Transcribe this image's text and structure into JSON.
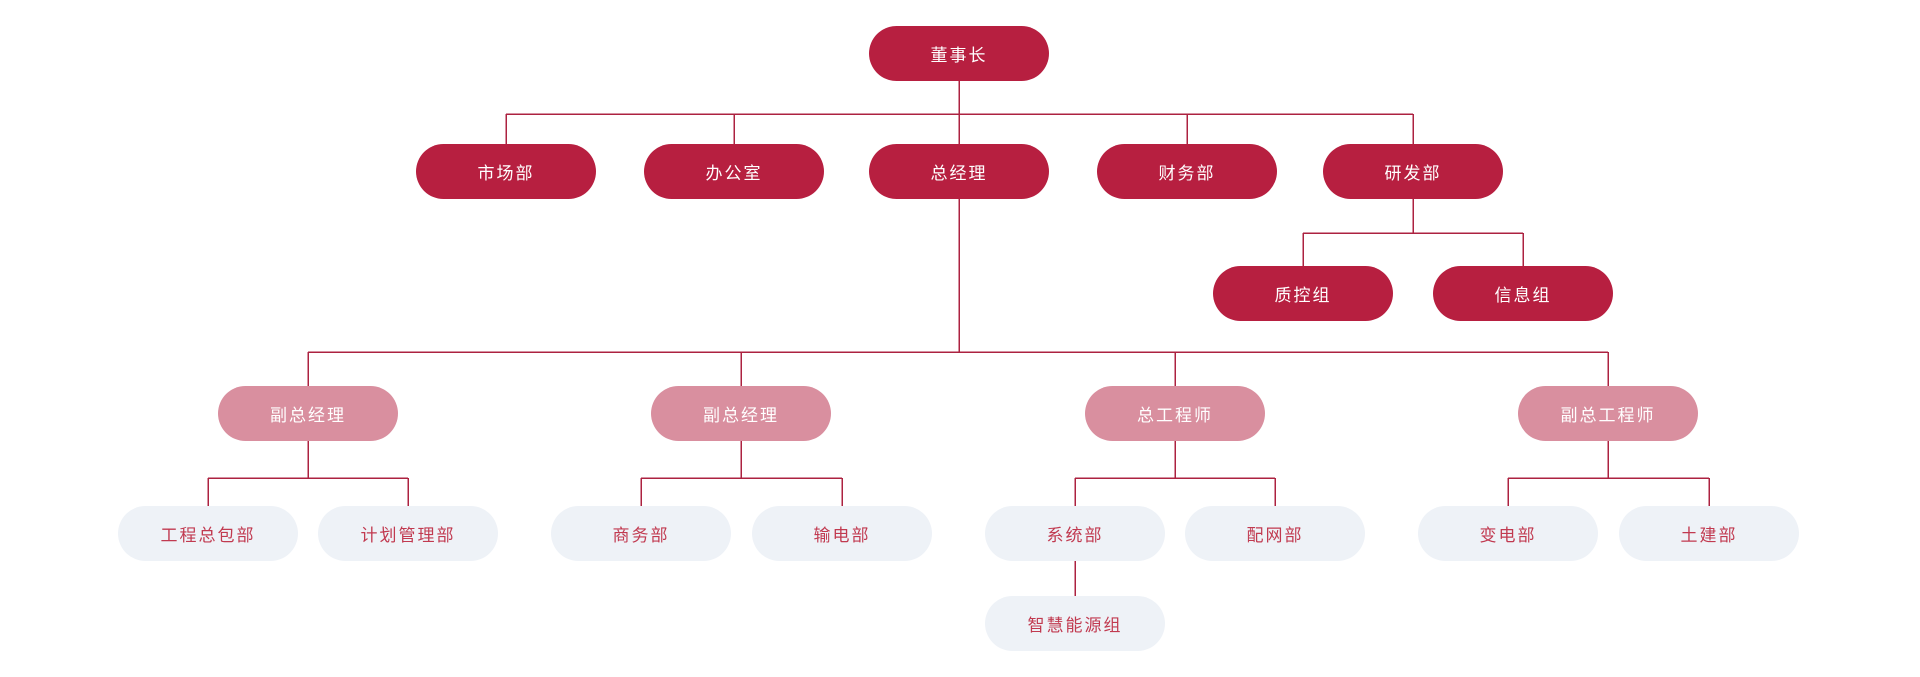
{
  "theme": {
    "primary": "#b71f40",
    "secondary": "#d98f9f",
    "light": "#eef2f7",
    "light_text": "#c13a50",
    "line": "#ac2240",
    "background": "#ffffff"
  },
  "nodes": {
    "chairman": {
      "label": "董事长",
      "children": [
        "marketing",
        "office",
        "gm",
        "finance",
        "rnd"
      ]
    },
    "marketing": {
      "label": "市场部",
      "children": []
    },
    "office": {
      "label": "办公室",
      "children": []
    },
    "gm": {
      "label": "总经理",
      "children": [
        "dgm1",
        "dgm2",
        "ce",
        "dce"
      ]
    },
    "finance": {
      "label": "财务部",
      "children": []
    },
    "rnd": {
      "label": "研发部",
      "children": [
        "qc",
        "info"
      ]
    },
    "qc": {
      "label": "质控组",
      "children": []
    },
    "info": {
      "label": "信息组",
      "children": []
    },
    "dgm1": {
      "label": "副总经理",
      "children": [
        "epc",
        "planning"
      ]
    },
    "dgm2": {
      "label": "副总经理",
      "children": [
        "commerce",
        "transmission"
      ]
    },
    "ce": {
      "label": "总工程师",
      "children": [
        "system",
        "distribution"
      ]
    },
    "dce": {
      "label": "副总工程师",
      "children": [
        "substation",
        "civil"
      ]
    },
    "epc": {
      "label": "工程总包部",
      "children": []
    },
    "planning": {
      "label": "计划管理部",
      "children": []
    },
    "commerce": {
      "label": "商务部",
      "children": []
    },
    "transmission": {
      "label": "输电部",
      "children": []
    },
    "system": {
      "label": "系统部",
      "children": [
        "smart"
      ]
    },
    "distribution": {
      "label": "配网部",
      "children": []
    },
    "substation": {
      "label": "变电部",
      "children": []
    },
    "civil": {
      "label": "土建部",
      "children": []
    },
    "smart": {
      "label": "智慧能源组",
      "children": []
    }
  }
}
